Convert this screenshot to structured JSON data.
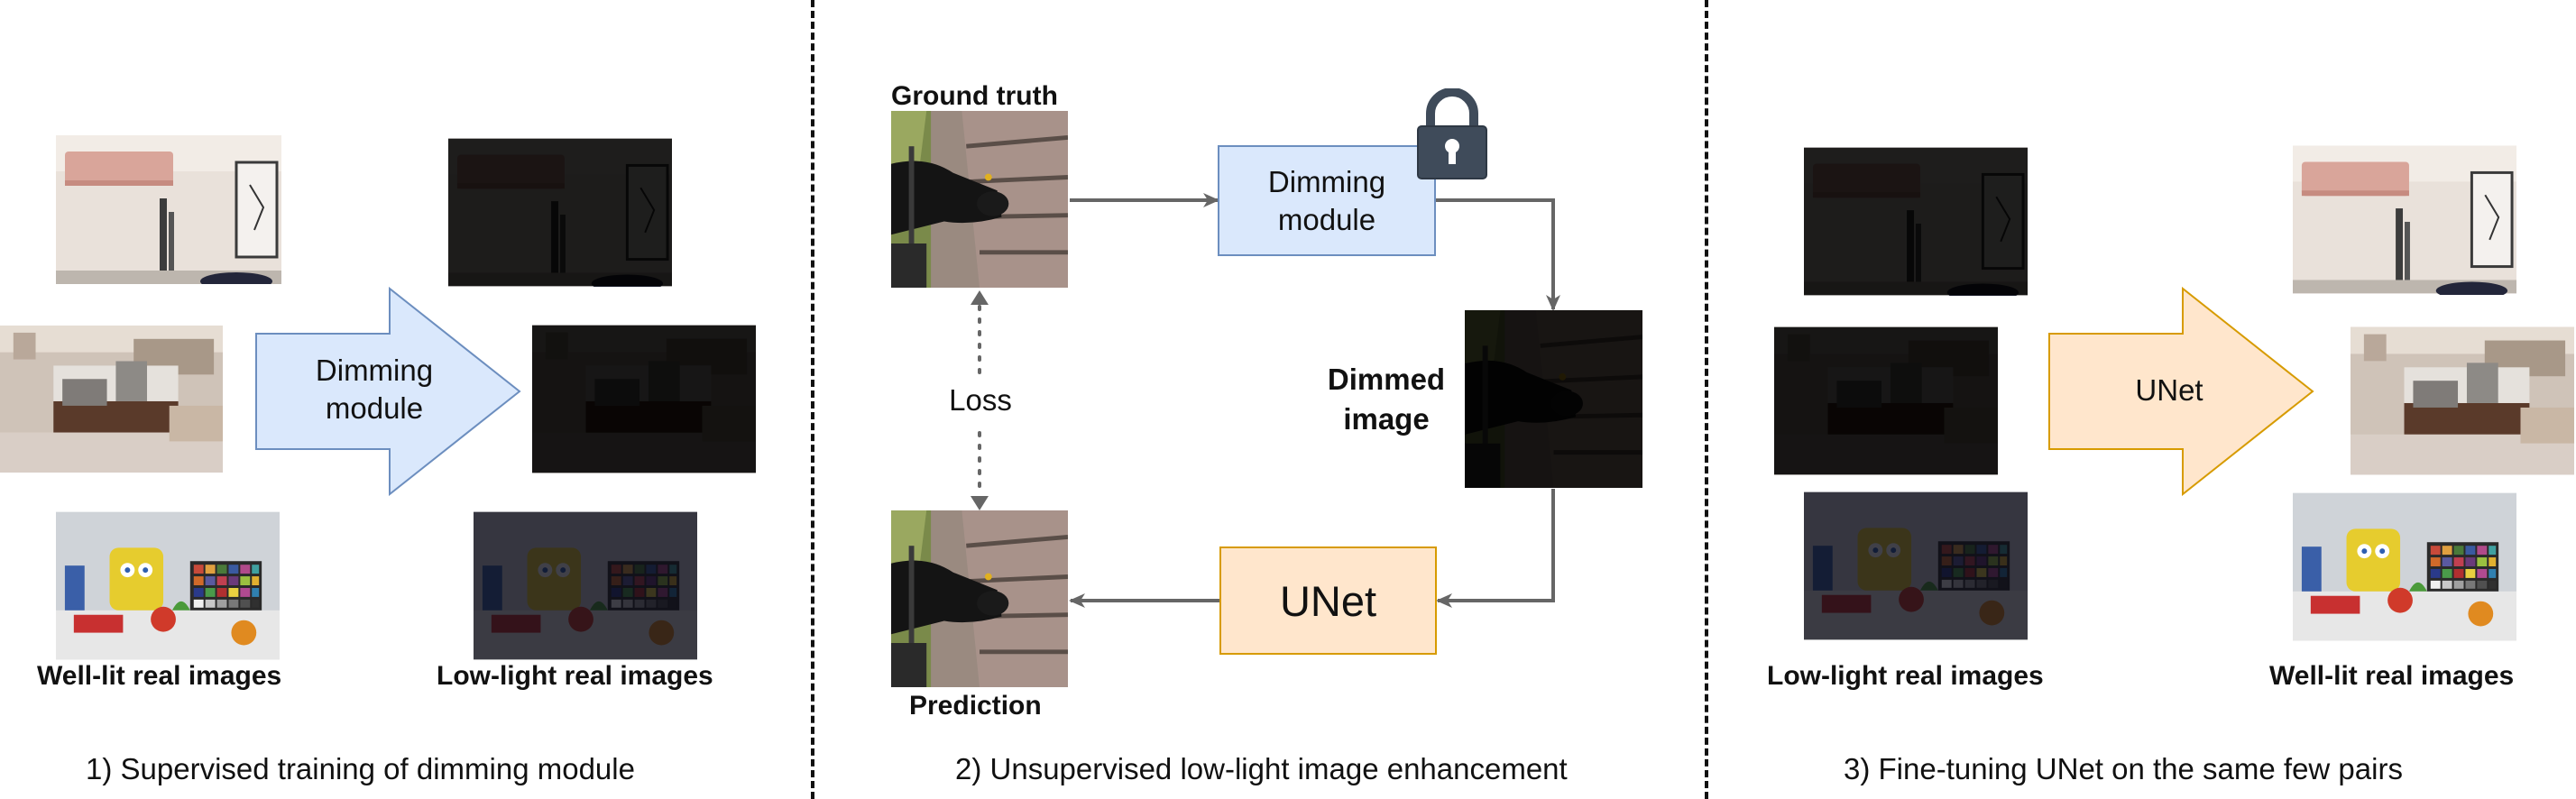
{
  "panel1": {
    "arrow_label_line1": "Dimming",
    "arrow_label_line2": "module",
    "label_left": "Well-lit real images",
    "label_right": "Low-light real images",
    "caption": "1) Supervised training of dimming module"
  },
  "panel2": {
    "ground_truth_label": "Ground truth",
    "dimming_box_line1": "Dimming",
    "dimming_box_line2": "module",
    "dimmed_label_line1": "Dimmed",
    "dimmed_label_line2": "image",
    "loss_label": "Loss",
    "unet_label": "UNet",
    "prediction_label": "Prediction",
    "caption": "2) Unsupervised low-light image enhancement"
  },
  "panel3": {
    "arrow_label": "UNet",
    "label_left": "Low-light real images",
    "label_right": "Well-lit real images",
    "caption": "3) Fine-tuning UNet on the same few pairs"
  },
  "colors": {
    "blue_fill": "#dae8fc",
    "blue_stroke": "#6c8ebf",
    "orange_fill": "#ffe6cc",
    "orange_stroke": "#d79b00",
    "connector": "#666666",
    "lock": "#3f4b5a"
  }
}
